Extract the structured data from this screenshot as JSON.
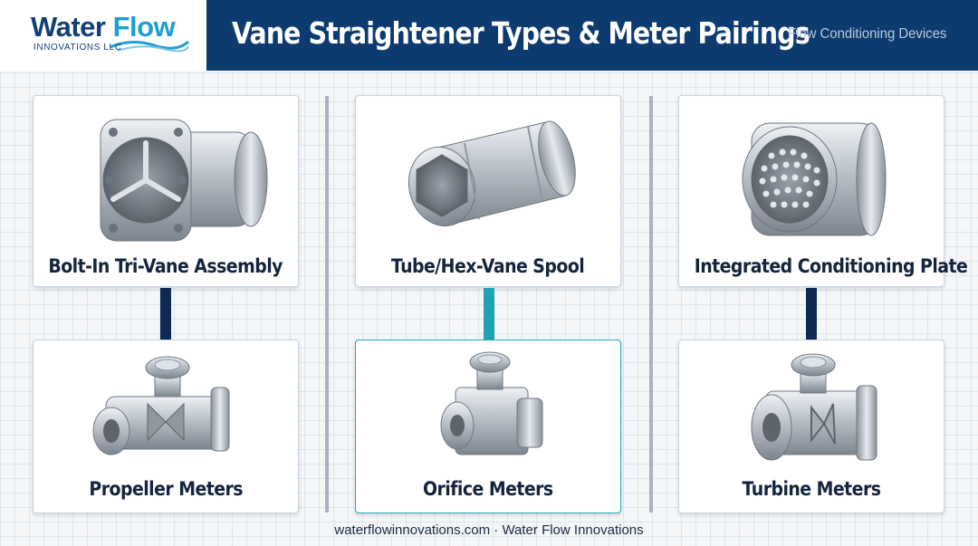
{
  "header": {
    "logo": {
      "word1": "Water",
      "word2": "Flow",
      "subline": "INNOVATIONS LLC"
    },
    "title": "Vane Straightener Types & Meter Pairings",
    "subtitle": "Flow Conditioning Devices"
  },
  "columns": [
    {
      "straightener": "Bolt-In Tri-Vane Assembly",
      "meter": "Propeller Meters",
      "connector_color": "#0d2a52"
    },
    {
      "straightener": "Tube/Hex-Vane Spool",
      "meter": "Orifice Meters",
      "connector_color": "#1ea3b3"
    },
    {
      "straightener": "Integrated Conditioning Plate",
      "meter": "Turbine Meters",
      "connector_color": "#0d2a52"
    }
  ],
  "footer": "waterflowinnovations.com · Water Flow Innovations",
  "colors": {
    "header_bg": "#0d3b6f",
    "accent": "#1d9fd6",
    "highlight": "#25a8b8"
  }
}
